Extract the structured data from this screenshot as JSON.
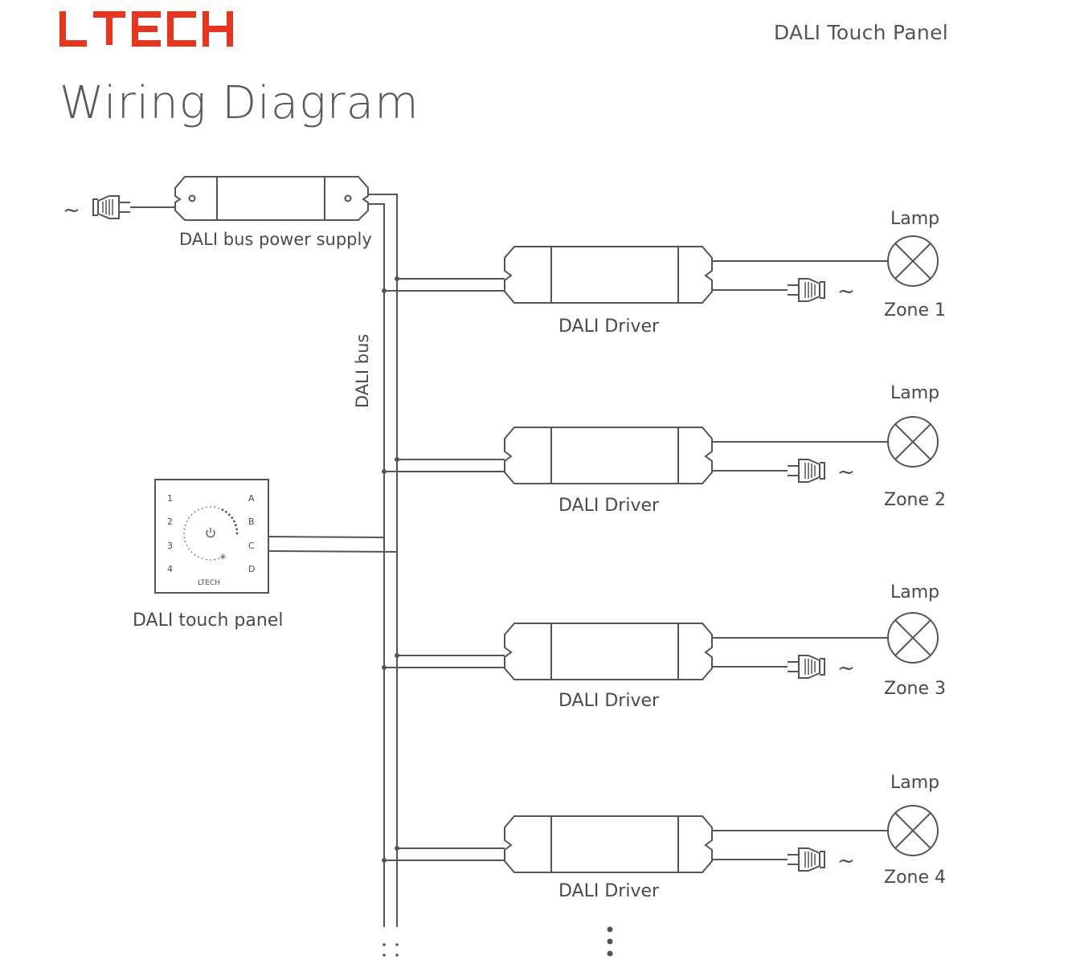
{
  "brand": {
    "logo_text": "LTECH",
    "logo_color": "#e8351e"
  },
  "header": {
    "doc_title": "DALI Touch Panel"
  },
  "page": {
    "heading": "Wiring Diagram"
  },
  "power_supply": {
    "label": "DALI bus power supply",
    "ac_symbol": "~"
  },
  "bus": {
    "label": "DALI bus"
  },
  "touch_panel": {
    "label": "DALI touch panel",
    "left_keys": [
      "1",
      "2",
      "3",
      "4"
    ],
    "right_keys": [
      "A",
      "B",
      "C",
      "D"
    ],
    "brand_text": "LTECH",
    "power_icon": "power-icon",
    "brightness_icon": "sun-icon"
  },
  "zones": [
    {
      "driver_label": "DALI Driver",
      "lamp_label": "Lamp",
      "zone_label": "Zone 1",
      "ac_symbol": "~"
    },
    {
      "driver_label": "DALI Driver",
      "lamp_label": "Lamp",
      "zone_label": "Zone 2",
      "ac_symbol": "~"
    },
    {
      "driver_label": "DALI Driver",
      "lamp_label": "Lamp",
      "zone_label": "Zone 3",
      "ac_symbol": "~"
    },
    {
      "driver_label": "DALI Driver",
      "lamp_label": "Lamp",
      "zone_label": "Zone 4",
      "ac_symbol": "~"
    }
  ]
}
